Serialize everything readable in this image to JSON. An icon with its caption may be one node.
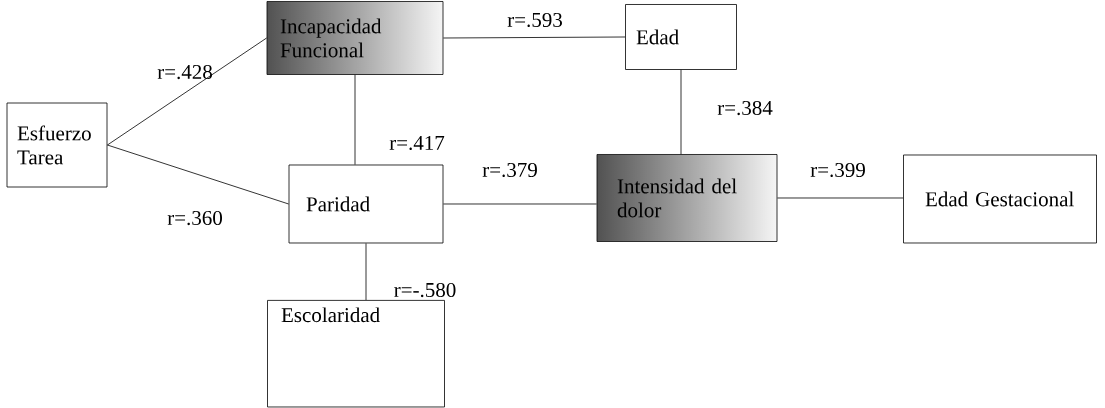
{
  "diagram": {
    "nodes": [
      {
        "text": [
          "Esfuerzo Tarea"
        ]
      },
      {
        "text": [
          "Incapacidad Funcional"
        ]
      },
      {
        "text": [
          "Edad"
        ]
      },
      {
        "text": [
          "Paridad"
        ]
      },
      {
        "text": [
          "Intensidad del dolor"
        ]
      },
      {
        "text": [
          "Edad Gestacional"
        ]
      },
      {
        "text": [
          "Escolaridad"
        ]
      }
    ],
    "edges": [
      {
        "from": 0,
        "to": 1,
        "arrow": "none",
        "label": "r=.428"
      },
      {
        "from": 0,
        "to": 3,
        "arrow": "none",
        "label": "r=.360"
      },
      {
        "from": 1,
        "to": 3,
        "arrow": "none",
        "label": "r=.417"
      },
      {
        "from": 1,
        "to": 2,
        "arrow": "none",
        "label": "r=.593"
      },
      {
        "from": 2,
        "to": 4,
        "arrow": "none",
        "label": "r=.384"
      },
      {
        "from": 3,
        "to": 4,
        "arrow": "none",
        "label": "r=.379"
      },
      {
        "from": 4,
        "to": 5,
        "arrow": "none",
        "label": "r=.399"
      },
      {
        "from": 3,
        "to": 6,
        "arrow": "none",
        "label": "r=-.580"
      }
    ]
  }
}
